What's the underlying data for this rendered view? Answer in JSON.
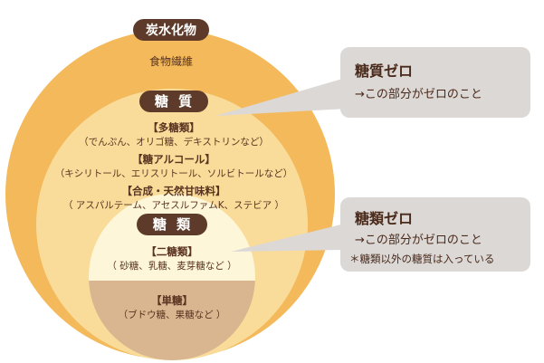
{
  "circles": {
    "carbohydrate": {
      "label": "炭水化物",
      "sub": "食物繊維"
    },
    "sugar_total": {
      "label": "糖 質",
      "groups": [
        {
          "head": "【多糖類】",
          "body": "（でんぷん、オリゴ糖、デキストリンなど）"
        },
        {
          "head": "【糖アルコール】",
          "body": "（キシリトール、エリスリトール、ソルビトールなど）"
        },
        {
          "head": "【合成・天然甘味料】",
          "body": "（ アスパルテーム、アセスルファムK、ステビア ）"
        }
      ]
    },
    "sugar_type": {
      "label": "糖 類",
      "disaccharide": {
        "head": "【二糖類】",
        "body": "（ 砂糖、乳糖、麦芽糖など ）"
      },
      "monosaccharide": {
        "head": "【単糖】",
        "body": "（ブドウ糖、果糖など ）"
      }
    }
  },
  "callouts": {
    "sugar_total_zero": {
      "title": "糖質ゼロ",
      "sub": "→この部分がゼロのこと"
    },
    "sugar_type_zero": {
      "title": "糖類ゼロ",
      "sub": "→この部分がゼロのこと",
      "note": "＊糖類以外の糖質は入っている"
    }
  },
  "colors": {
    "outer_circle": "#f3b95a",
    "middle_circle": "#f9dc9a",
    "inner_light": "#fdf6d8",
    "inner_dark": "#d9b690",
    "pill": "#5d3a2a",
    "callout_bg": "#dcd8d6"
  }
}
